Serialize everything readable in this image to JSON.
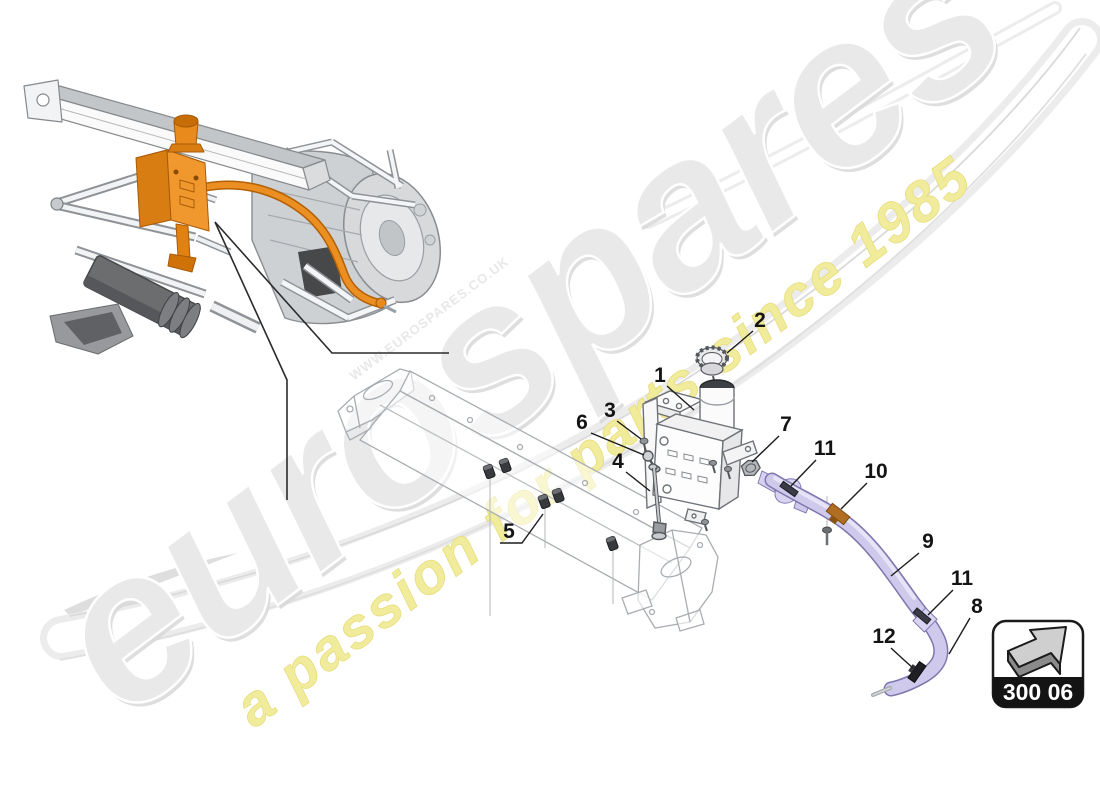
{
  "watermark": {
    "brand": "eurospares",
    "tagline": "a passion for parts since 1985",
    "url_text": "WWW.EUROSPARES.CO.UK"
  },
  "callouts": {
    "c1": "1",
    "c2": "2",
    "c3": "3",
    "c4": "4",
    "c5": "5",
    "c6": "6",
    "c7": "7",
    "c8": "8",
    "c9": "9",
    "c10": "10",
    "c11a": "11",
    "c11b": "11",
    "c12": "12"
  },
  "part_code_badge": {
    "code": "300 06",
    "icon": "arrow-up-right-3d"
  },
  "colors": {
    "highlight_orange": "#E8861A",
    "hose_lavender": "#CFCAEC",
    "clamp_brown": "#B06E22",
    "watermark_gray": "#E9E9E9",
    "tagline_yellow": "#F1EC9B"
  }
}
